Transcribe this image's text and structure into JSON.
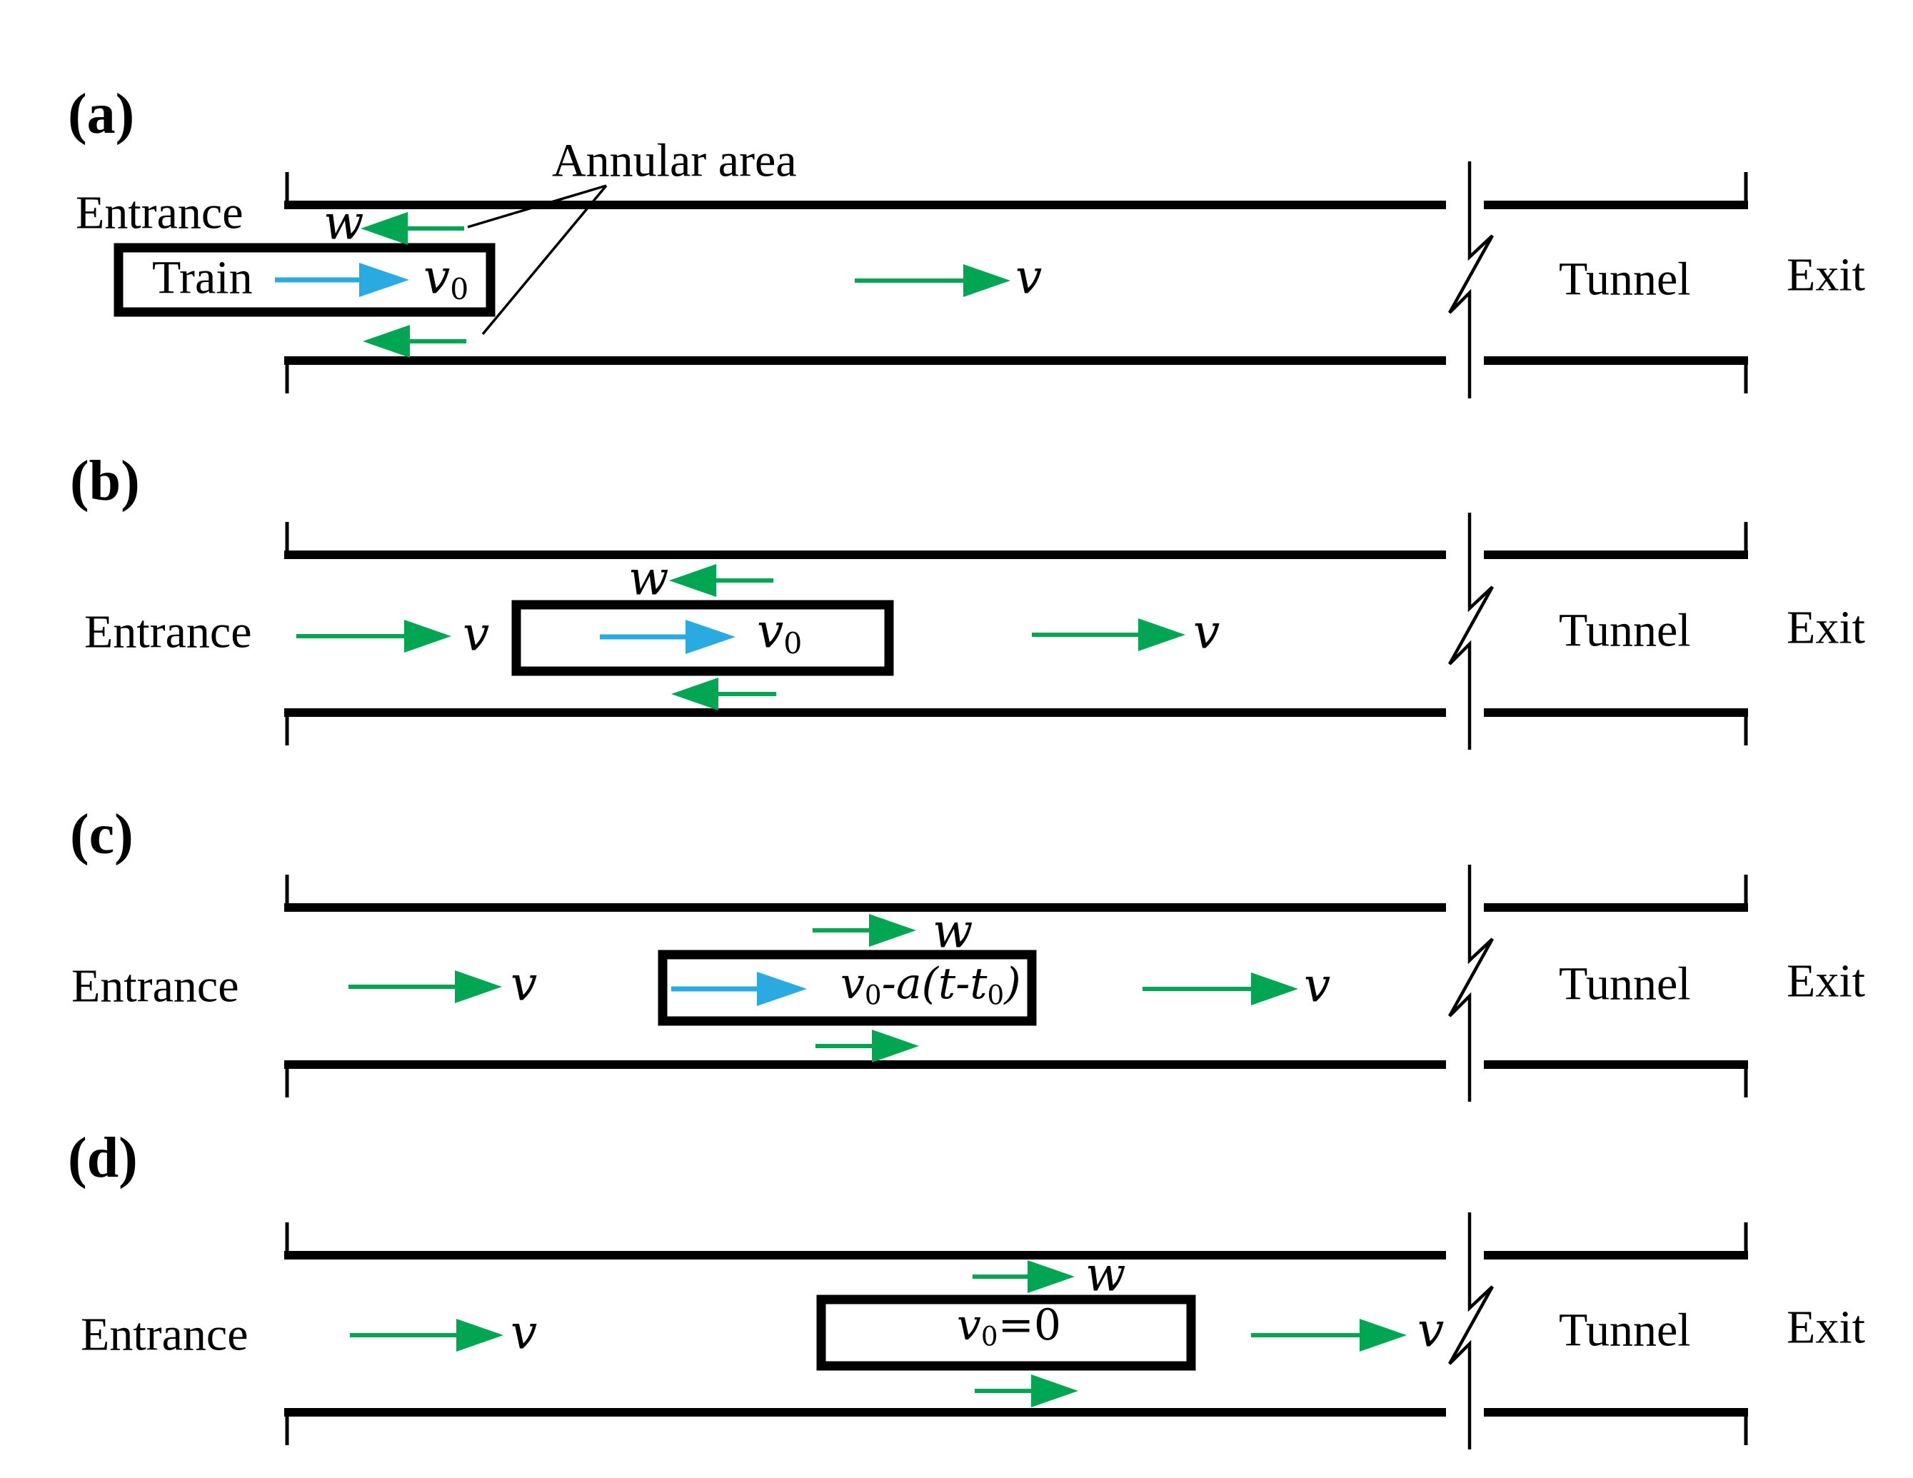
{
  "figure": {
    "title_note": "Train-in-tunnel airflow schematic, four stages",
    "colors": {
      "background": "#ffffff",
      "wall": "#000000",
      "text": "#000000",
      "airflow_arrow_green": "#00a651",
      "train_speed_arrow_blue": "#29abe2"
    },
    "annular_label": "Annular area",
    "panels": [
      {
        "id": "a",
        "label": "(a)",
        "entrance": "Entrance",
        "tunnel": "Tunnel",
        "exit": "Exit",
        "train": "Train",
        "w": "w",
        "v_mid": "v",
        "speed_base": "v",
        "speed_sub": "0"
      },
      {
        "id": "b",
        "label": "(b)",
        "entrance": "Entrance",
        "tunnel": "Tunnel",
        "exit": "Exit",
        "v_left": "v",
        "w": "w",
        "speed_base": "v",
        "speed_sub": "0",
        "v_right": "v"
      },
      {
        "id": "c",
        "label": "(c)",
        "entrance": "Entrance",
        "tunnel": "Tunnel",
        "exit": "Exit",
        "v_left": "v",
        "w": "w",
        "speed_p1": "v",
        "speed_p1_sub": "0",
        "speed_p2": "-a(t-t",
        "speed_p2_sub": "0",
        "speed_p3": ")",
        "v_right": "v"
      },
      {
        "id": "d",
        "label": "(d)",
        "entrance": "Entrance",
        "tunnel": "Tunnel",
        "exit": "Exit",
        "v_left": "v",
        "w": "w",
        "speed_p1": "v",
        "speed_p1_sub": "0",
        "speed_p2": "=0",
        "v_right": "v"
      }
    ]
  }
}
